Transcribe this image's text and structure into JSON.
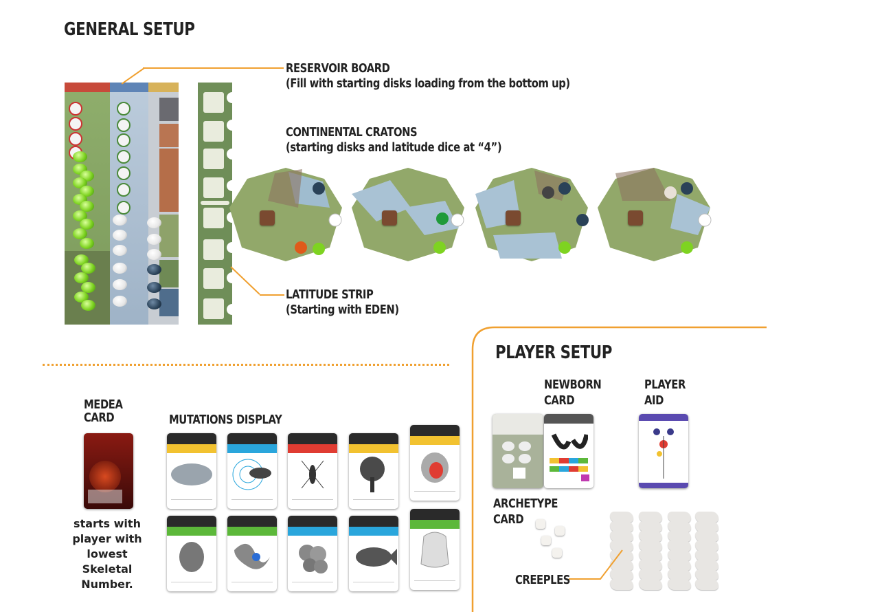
{
  "general_setup": {
    "title": "GENERAL SETUP",
    "reservoir_board": {
      "label": "RESERVOIR BOARD",
      "note": "(Fill with starting disks loading from the bottom up)"
    },
    "continental_cratons": {
      "label": "CONTINENTAL CRATONS",
      "note": "(starting disks and latitude dice at “4”)"
    },
    "latitude_strip": {
      "label": "LATITUDE STRIP",
      "note": "(Starting with EDEN)"
    }
  },
  "medea_card": {
    "label_line1": "MEDEA",
    "label_line2": "CARD",
    "caption": [
      "starts with",
      "player with",
      "lowest Skeletal",
      "Number."
    ]
  },
  "mutations_display": {
    "label": "MUTATIONS DISPLAY"
  },
  "player_setup": {
    "title": "PLAYER SETUP",
    "newborn_card": {
      "line1": "NEWBORN",
      "line2": "CARD"
    },
    "player_aid": {
      "line1": "PLAYER",
      "line2": "AID"
    },
    "archetype_card": {
      "line1": "ARCHETYPE",
      "line2": "CARD"
    },
    "creeples": {
      "label": "CREEPLES"
    }
  },
  "colors": {
    "accent_orange": "#f0a030",
    "mutation_yellow": "#f2c230",
    "mutation_red": "#e03c32",
    "mutation_blue": "#2aa6dc",
    "mutation_green": "#5cb83a",
    "board_green": "#8fae6c",
    "board_blue": "#a9bfd4",
    "board_orange": "#c9844f"
  }
}
